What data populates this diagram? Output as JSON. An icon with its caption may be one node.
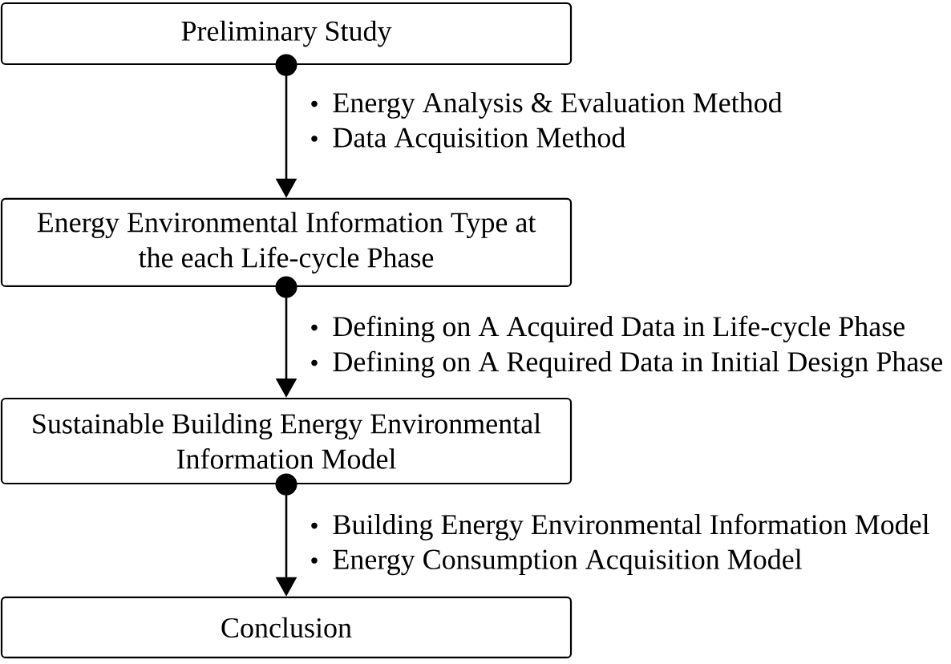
{
  "diagram": {
    "nodes": [
      {
        "text": [
          "Preliminary Study"
        ]
      },
      {
        "text": [
          "Energy Environmental Information Type at the each Life-cycle Phase"
        ]
      },
      {
        "text": [
          "Sustainable Building Energy Environmental Information Model"
        ]
      },
      {
        "text": [
          "Conclusion"
        ]
      }
    ],
    "edges": [
      {
        "from": 0,
        "to": 1,
        "arrow": "to"
      },
      {
        "from": 1,
        "to": 2,
        "arrow": "to"
      },
      {
        "from": 2,
        "to": 3,
        "arrow": "to"
      }
    ],
    "labels": [
      "Energy Analysis & Evaluation Method",
      "Data Acquisition Method",
      "Defining on A Acquired Data in Life-cycle Phase",
      "Defining on A Required Data in Initial Design Phase",
      "Building Energy Environmental Information Model",
      "Energy Consumption Acquisition Model"
    ]
  }
}
